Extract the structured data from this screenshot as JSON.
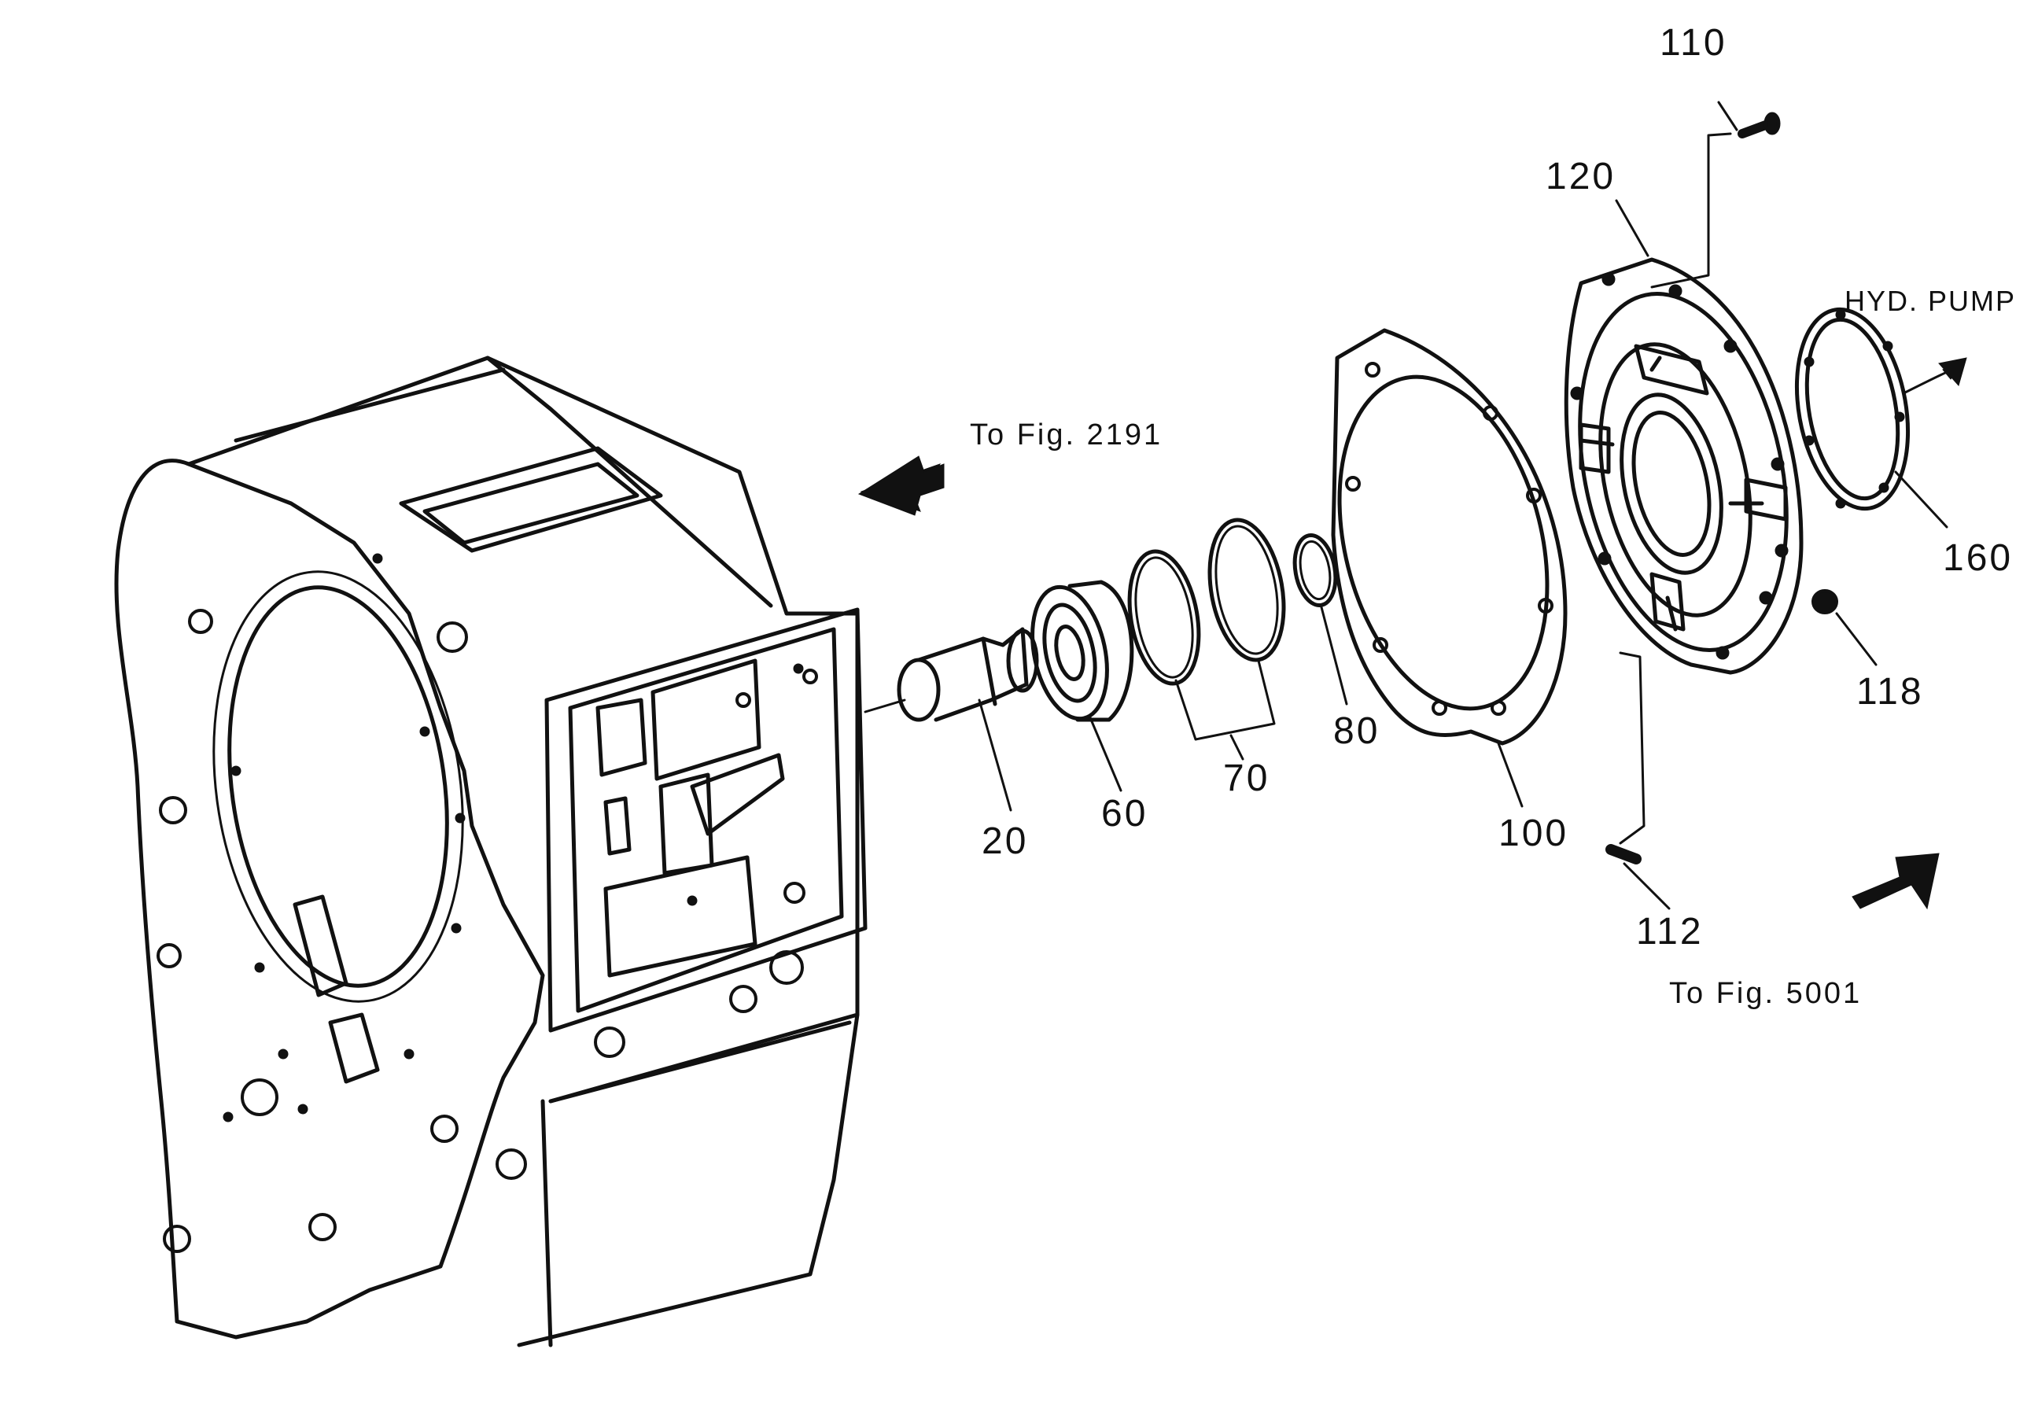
{
  "callouts": [
    {
      "id": "20",
      "text": "20"
    },
    {
      "id": "60",
      "text": "60"
    },
    {
      "id": "70",
      "text": "70"
    },
    {
      "id": "80",
      "text": "80"
    },
    {
      "id": "100",
      "text": "100"
    },
    {
      "id": "110",
      "text": "110"
    },
    {
      "id": "112",
      "text": "112"
    },
    {
      "id": "118",
      "text": "118"
    },
    {
      "id": "120",
      "text": "120"
    },
    {
      "id": "160",
      "text": "160"
    }
  ],
  "notes": {
    "to_fig_2191": "To  Fig.  2191",
    "to_fig_5001": "To  Fig.  5001",
    "hyd_pump": "HYD. PUMP"
  },
  "colors": {
    "ink": "#111111",
    "paper": "#ffffff"
  }
}
